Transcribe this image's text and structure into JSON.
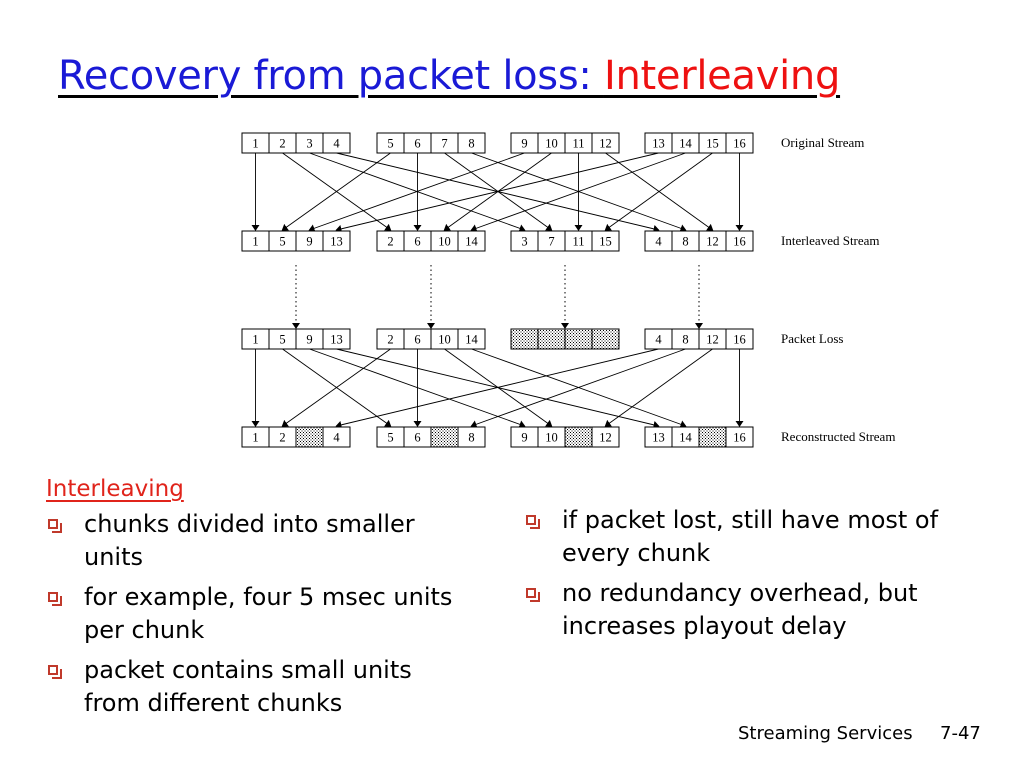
{
  "title": {
    "main": "Recovery from packet loss: ",
    "accent": "Interleaving"
  },
  "diagram": {
    "rows": [
      {
        "label": "Original Stream",
        "groups": [
          [
            "1",
            "2",
            "3",
            "4"
          ],
          [
            "5",
            "6",
            "7",
            "8"
          ],
          [
            "9",
            "10",
            "11",
            "12"
          ],
          [
            "13",
            "14",
            "15",
            "16"
          ]
        ]
      },
      {
        "label": "Interleaved Stream",
        "groups": [
          [
            "1",
            "5",
            "9",
            "13"
          ],
          [
            "2",
            "6",
            "10",
            "14"
          ],
          [
            "3",
            "7",
            "11",
            "15"
          ],
          [
            "4",
            "8",
            "12",
            "16"
          ]
        ]
      },
      {
        "label": "Packet Loss",
        "groups": [
          [
            "1",
            "5",
            "9",
            "13"
          ],
          [
            "2",
            "6",
            "10",
            "14"
          ],
          [
            null,
            null,
            null,
            null
          ],
          [
            "4",
            "8",
            "12",
            "16"
          ]
        ]
      },
      {
        "label": "Reconstructed Stream",
        "groups": [
          [
            "1",
            "2",
            null,
            "4"
          ],
          [
            "5",
            "6",
            null,
            "8"
          ],
          [
            "9",
            "10",
            null,
            "12"
          ],
          [
            "13",
            "14",
            null,
            "16"
          ]
        ]
      }
    ]
  },
  "notes": {
    "heading": "Interleaving",
    "left_bullets": [
      "chunks divided into smaller units",
      "for example, four 5 msec units per chunk",
      "packet contains small units from different chunks"
    ],
    "right_bullets": [
      "if packet lost, still have most of every chunk",
      "no redundancy overhead, but increases playout delay"
    ]
  },
  "footer": {
    "section": "Streaming Services",
    "page": "7-47"
  },
  "colors": {
    "title_main": "#1a1ad6",
    "title_accent": "#ee1111",
    "heading": "#e0241b",
    "bullet": "#c0392b"
  }
}
